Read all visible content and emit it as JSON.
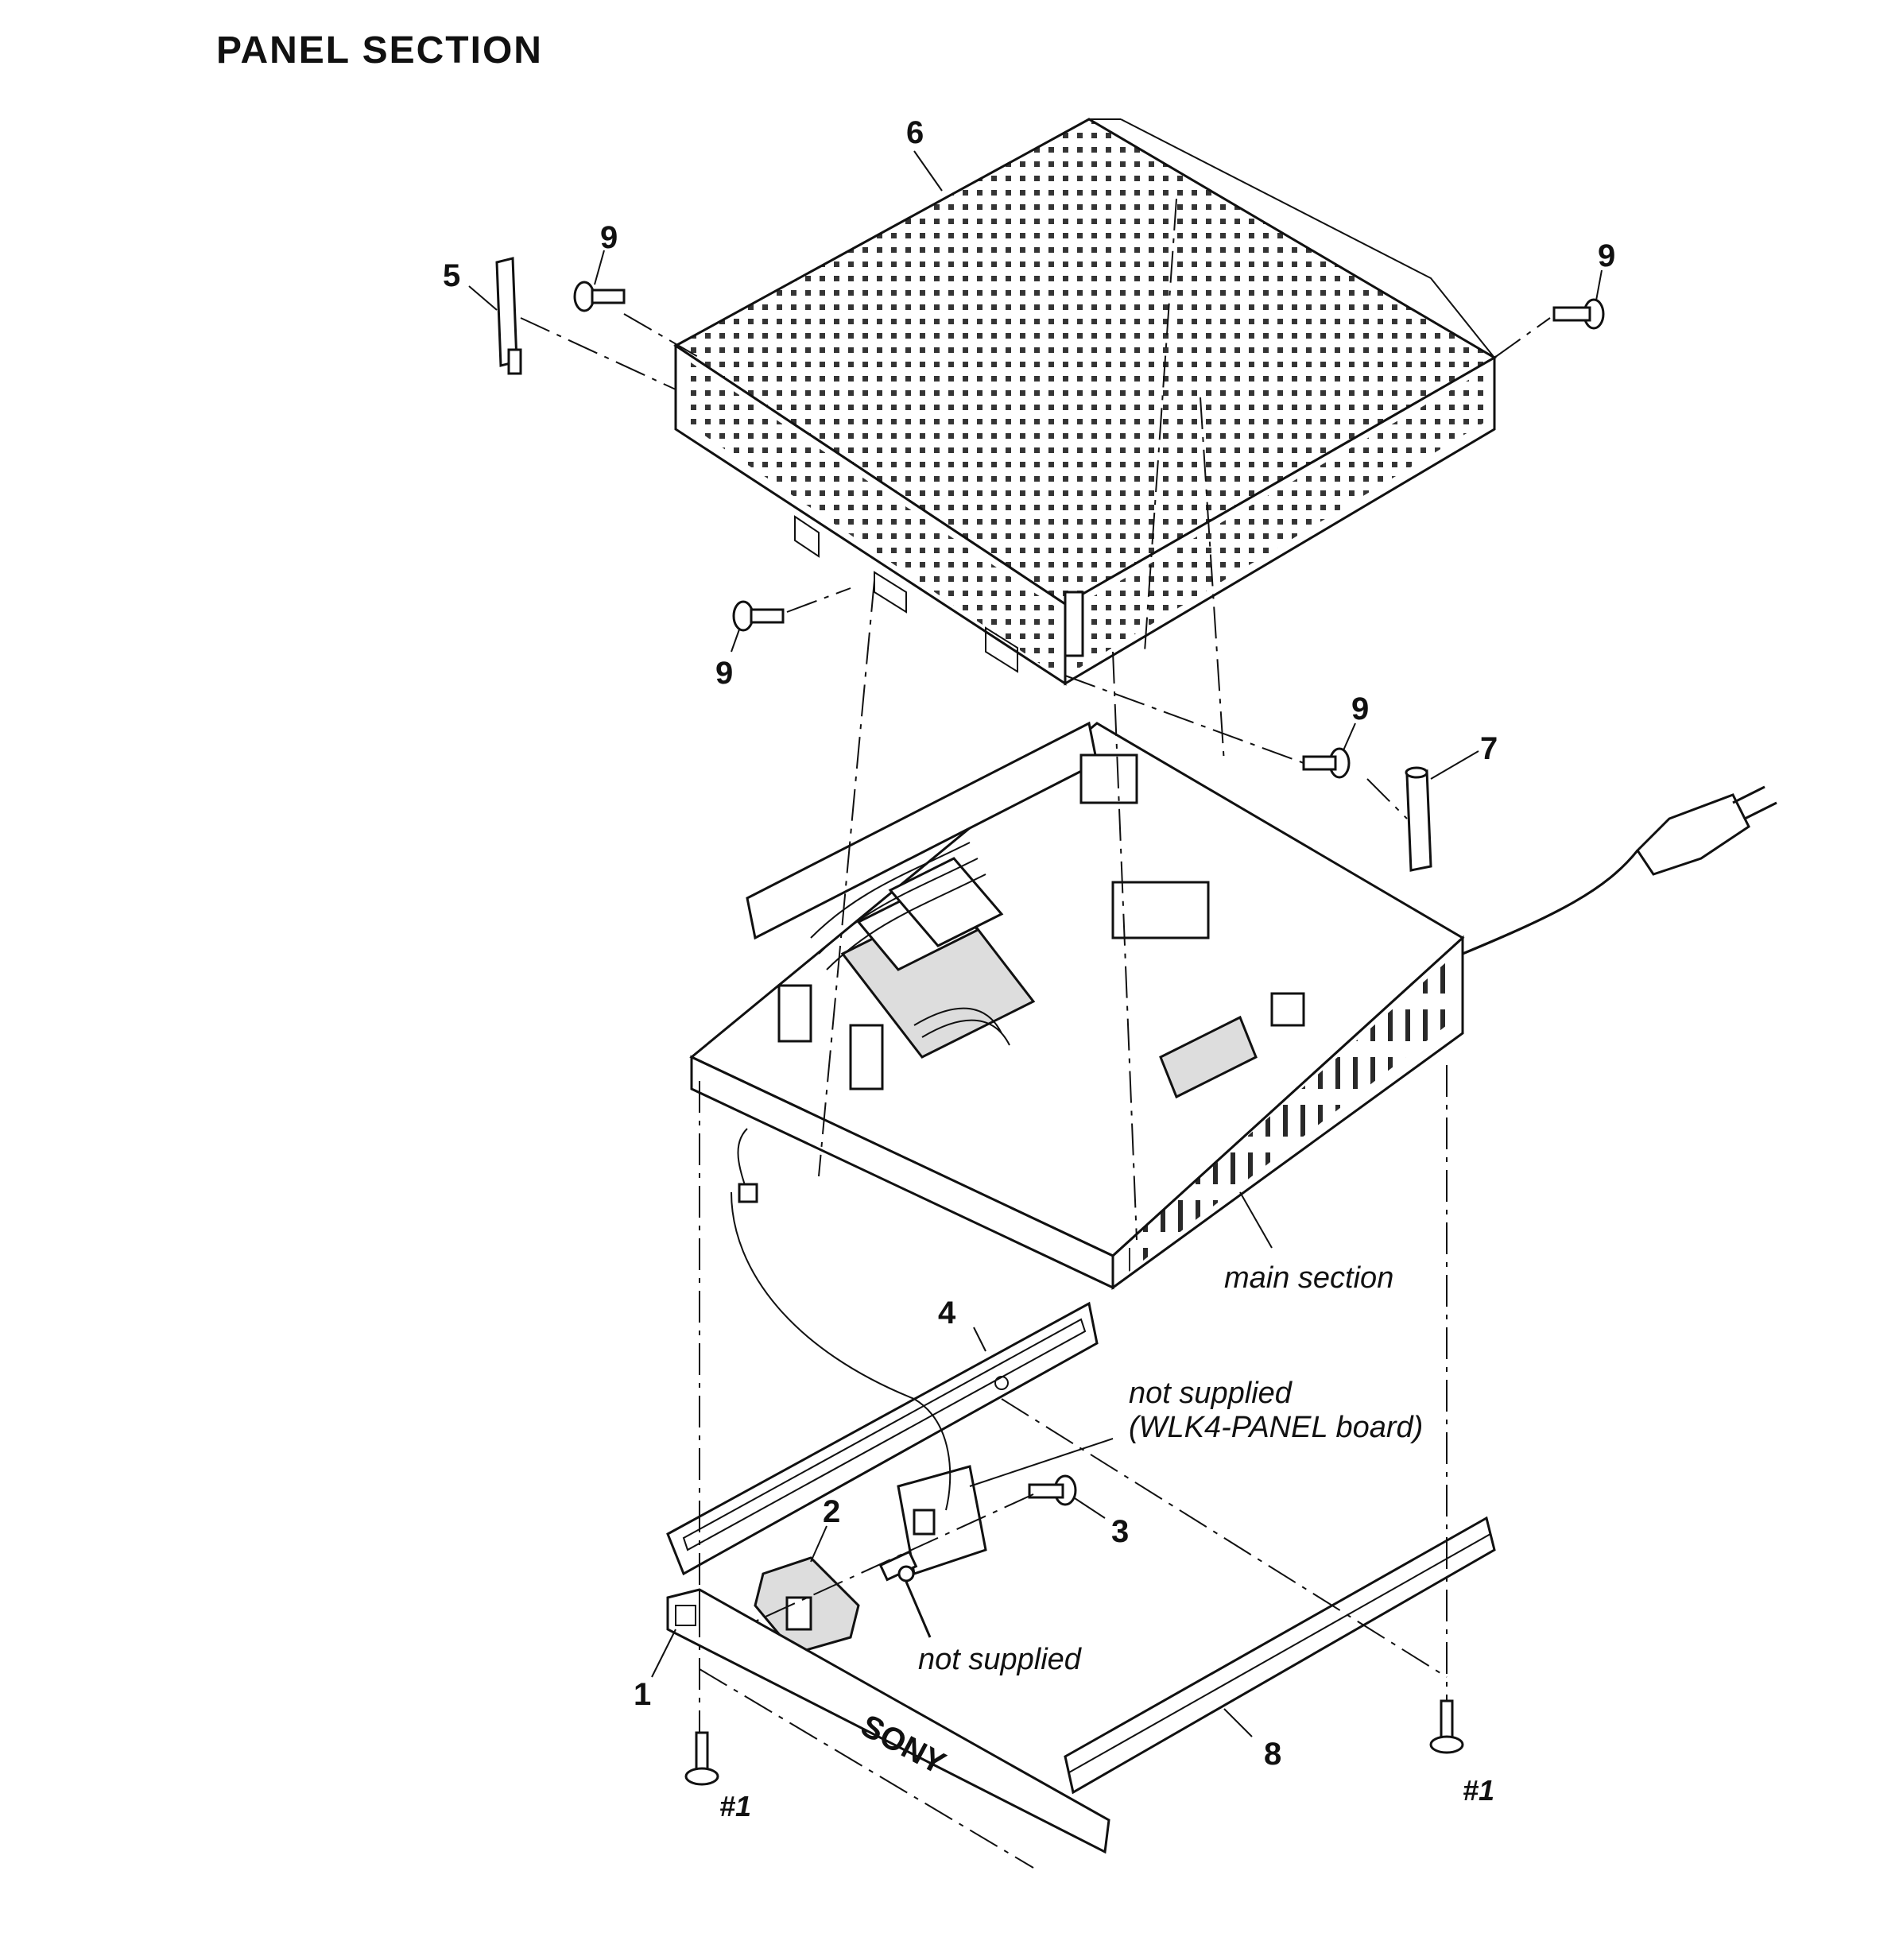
{
  "title": "PANEL SECTION",
  "parts": {
    "p1": "1",
    "p2": "2",
    "p3": "3",
    "p4": "4",
    "p5": "5",
    "p6": "6",
    "p7": "7",
    "p8": "8",
    "p9": "9"
  },
  "notes": {
    "main_section": "main section",
    "not_supplied_board_line1": "not supplied",
    "not_supplied_board_line2": "(WLK4-PANEL board)",
    "not_supplied": "not supplied"
  },
  "refs": {
    "screw_ref": "#1"
  },
  "front_panel_logo": "SONY"
}
